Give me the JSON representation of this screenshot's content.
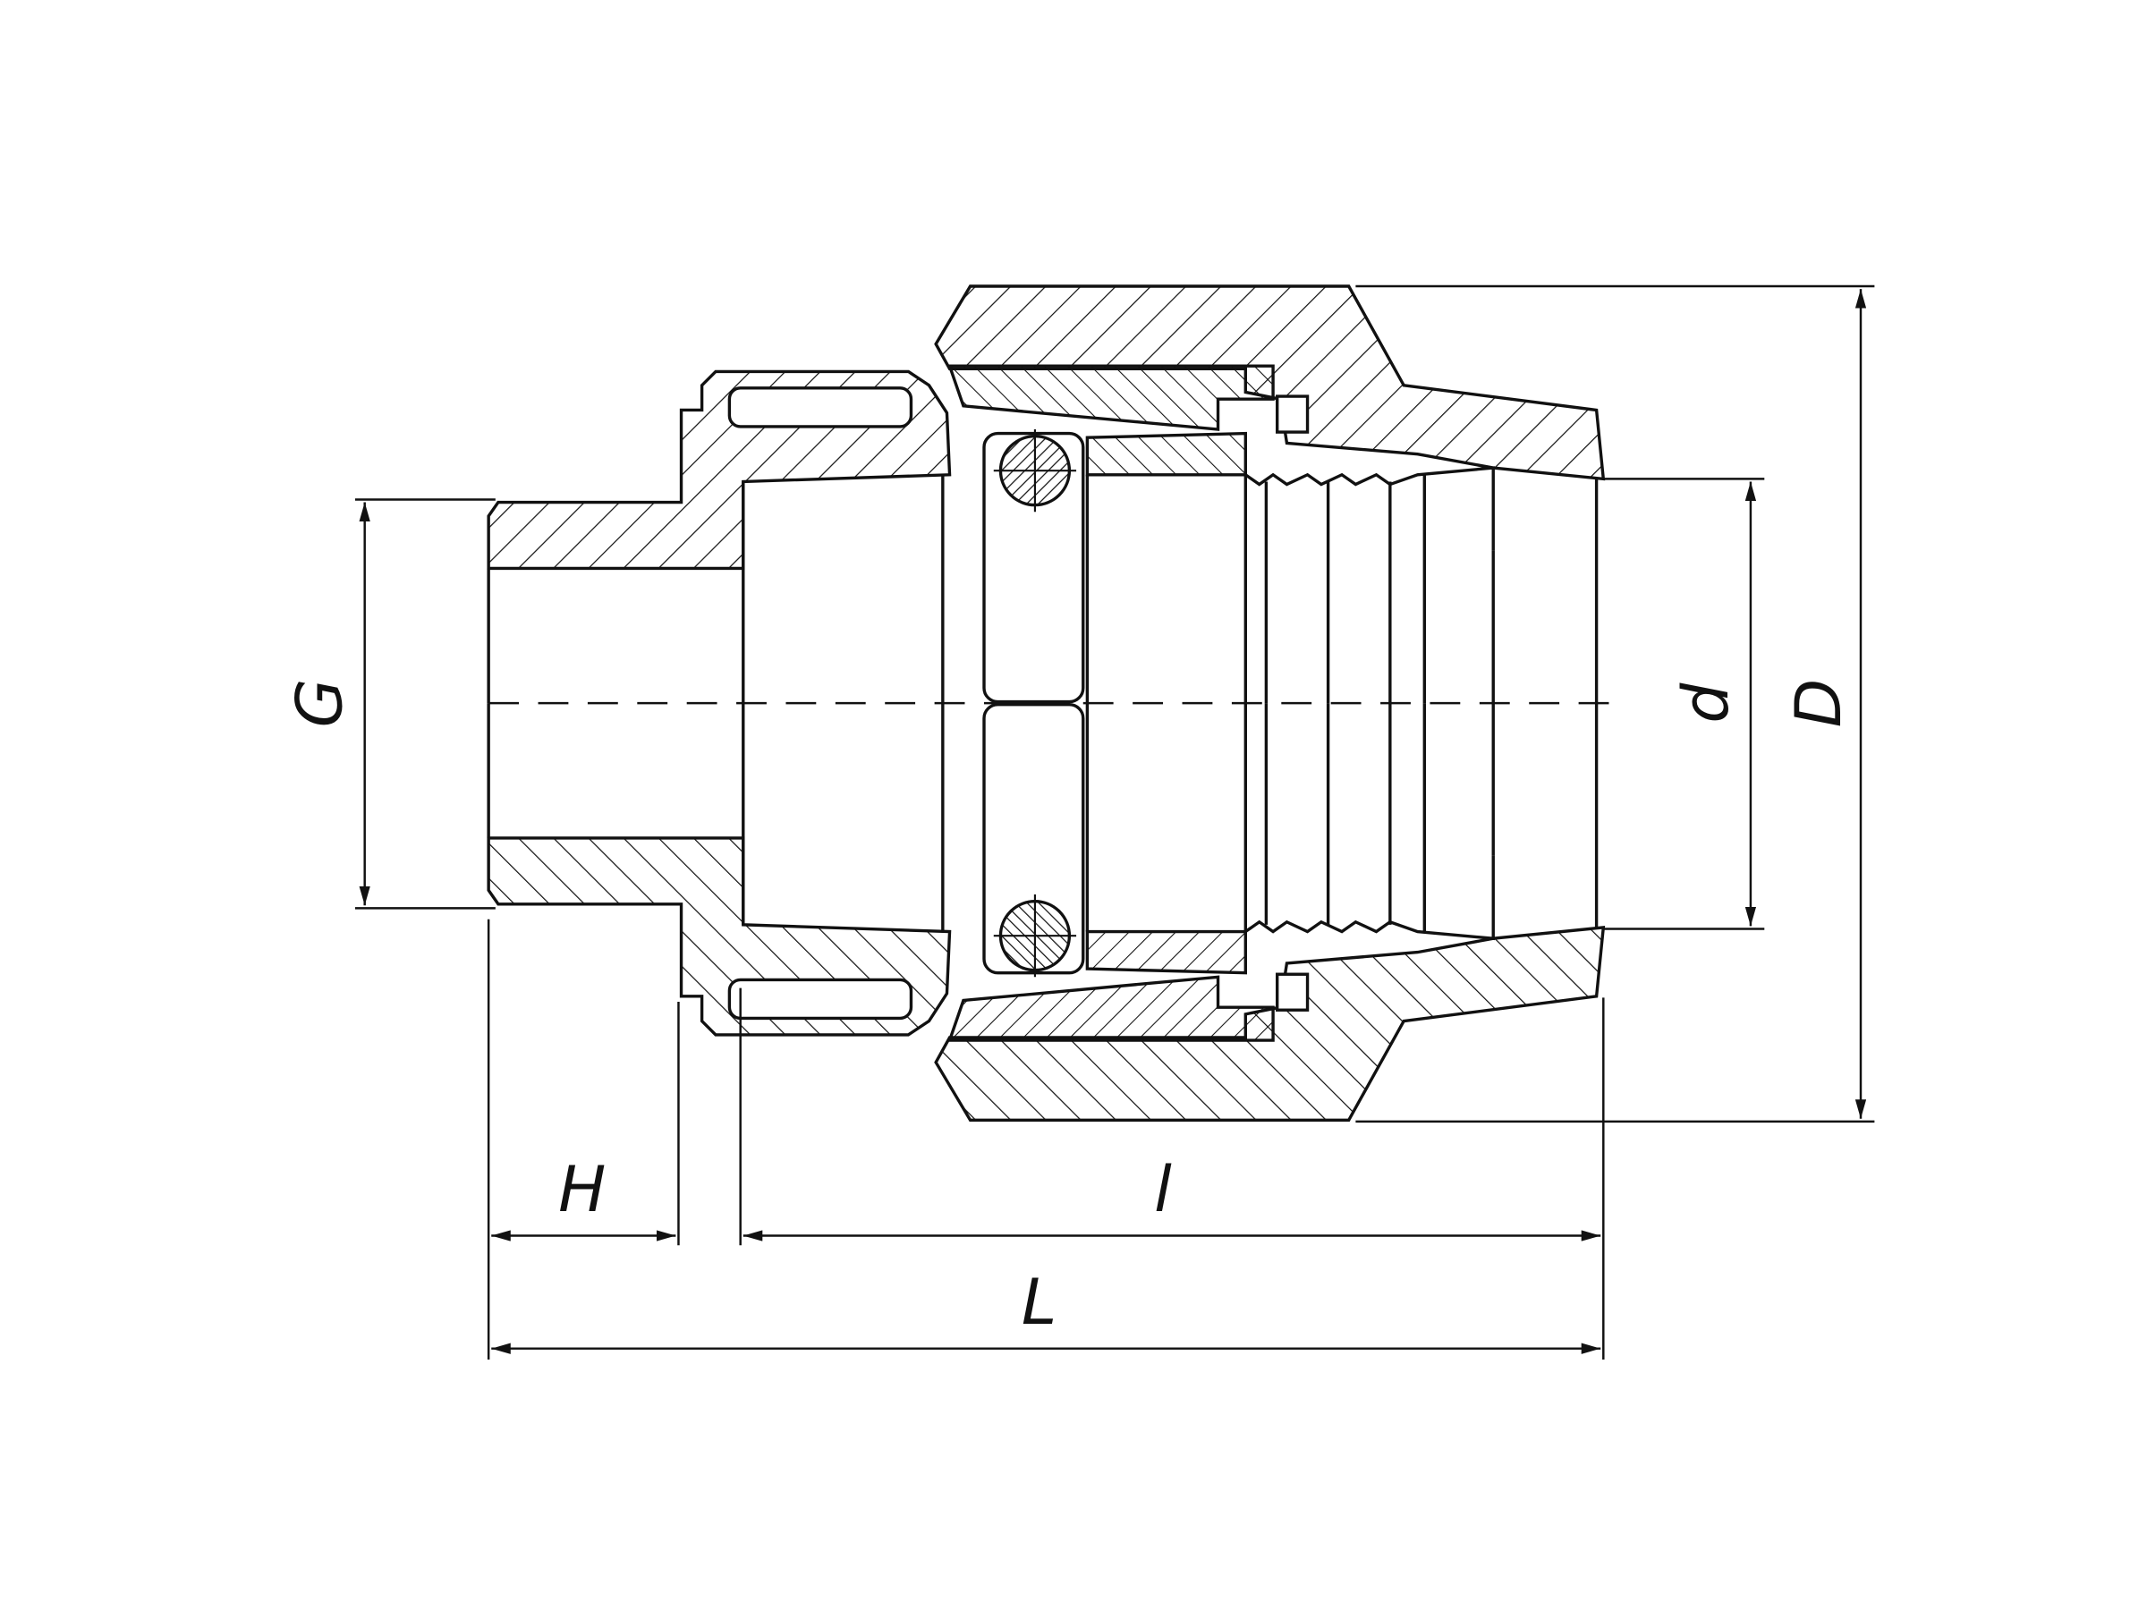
{
  "drawing": {
    "dimension_labels": {
      "G": "G",
      "H": "H",
      "l": "l",
      "L": "L",
      "d": "d",
      "D": "D"
    }
  }
}
